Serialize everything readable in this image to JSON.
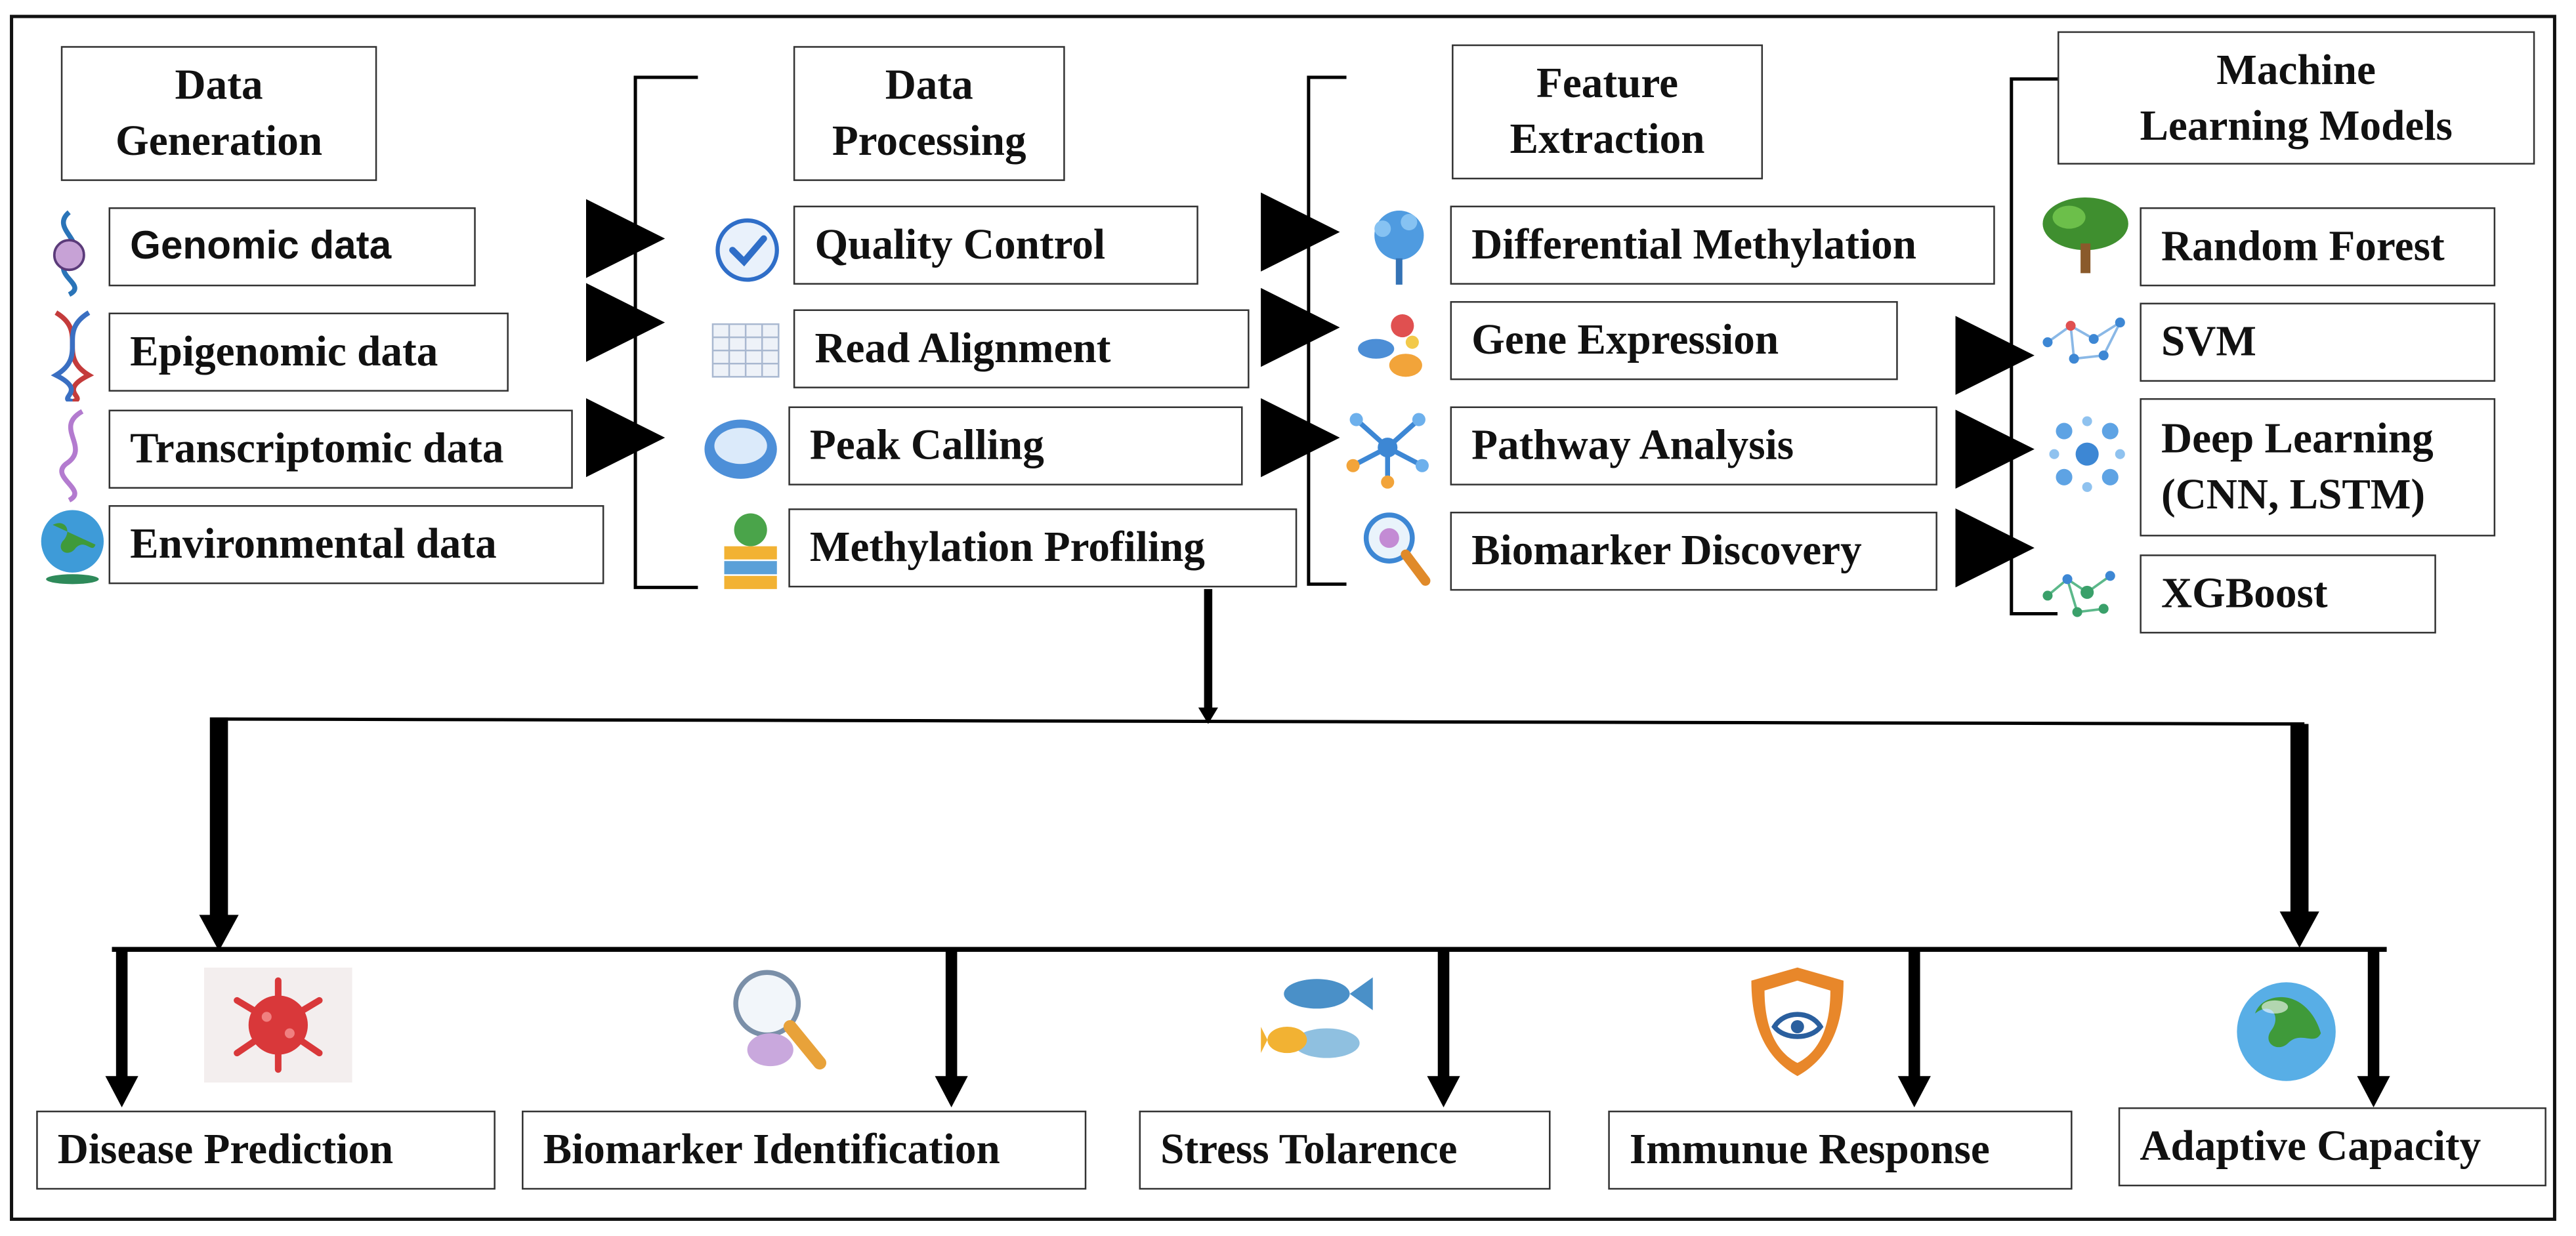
{
  "columns": {
    "data_generation": {
      "header": [
        "Data",
        "Generation"
      ],
      "items": [
        "Genomic data",
        "Epigenomic data",
        "Transcriptomic data",
        "Environmental data"
      ]
    },
    "data_processing": {
      "header": [
        "Data",
        "Processing"
      ],
      "items": [
        "Quality Control",
        "Read Alignment",
        "Peak Calling",
        "Methylation Profiling"
      ]
    },
    "feature_extraction": {
      "header": [
        "Feature",
        "Extraction"
      ],
      "items": [
        "Differential Methylation",
        "Gene Expression",
        "Pathway Analysis",
        "Biomarker Discovery"
      ]
    },
    "ml_models": {
      "header": [
        "Machine",
        "Learning Models"
      ],
      "items": [
        "Random Forest",
        "SVM",
        "Deep Learning",
        "(CNN, LSTM)",
        "XGBoost"
      ]
    }
  },
  "outcomes": [
    "Disease Prediction",
    "Biomarker Identification",
    "Stress Tolarence",
    "Immunue Response",
    "Adaptive Capacity"
  ],
  "icons": {
    "generation": [
      "dna-capsule-icon",
      "dna-helix-icon",
      "rna-strand-icon",
      "globe-icon"
    ],
    "processing": [
      "checkmark-icon",
      "table-grid-icon",
      "disc-icon",
      "database-icon"
    ],
    "features": [
      "tree-network-icon",
      "cells-cluster-icon",
      "pathway-network-icon",
      "magnifier-icon"
    ],
    "models": [
      "tree-icon",
      "svm-network-icon",
      "neural-network-icon",
      "boost-network-icon"
    ],
    "outcomes": [
      "virus-icon",
      "magnifier-cell-icon",
      "fish-icon",
      "shield-icon",
      "earth-icon"
    ]
  },
  "colors": {
    "line": "#000000",
    "box_border": "#333333",
    "check_blue": "#2f6ec8",
    "tree_green": "#3f8f2f",
    "virus_red": "#d9383a",
    "shield_orange": "#e8872a"
  }
}
